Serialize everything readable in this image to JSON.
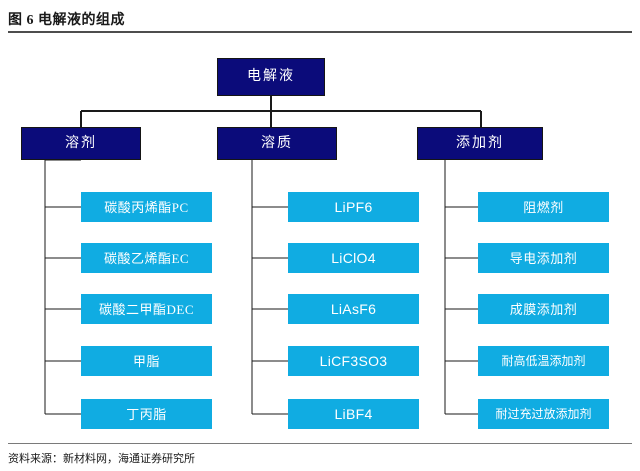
{
  "figure": {
    "title": "图 6  电解液的组成",
    "source": "资料来源：新材料网，海通证券研究所"
  },
  "palette": {
    "navy": "#0b0b7a",
    "cyan": "#10ace2",
    "line": "#1a1a1a",
    "text_light": "#ffffff",
    "page_background": "#ffffff"
  },
  "chart_data": {
    "type": "diagram",
    "diagram_kind": "tree-hierarchy",
    "title": "图 6  电解液的组成",
    "root": {
      "label": "电解液",
      "style": "navy"
    },
    "branches": [
      {
        "label": "溶剂",
        "style": "navy",
        "children": [
          {
            "label": "碳酸丙烯酯PC",
            "style": "cyan"
          },
          {
            "label": "碳酸乙烯酯EC",
            "style": "cyan"
          },
          {
            "label": "碳酸二甲酯DEC",
            "style": "cyan"
          },
          {
            "label": "甲脂",
            "style": "cyan"
          },
          {
            "label": "丁丙脂",
            "style": "cyan"
          }
        ]
      },
      {
        "label": "溶质",
        "style": "navy",
        "children": [
          {
            "label": "LiPF6",
            "style": "cyan"
          },
          {
            "label": "LiClO4",
            "style": "cyan"
          },
          {
            "label": "LiAsF6",
            "style": "cyan"
          },
          {
            "label": "LiCF3SO3",
            "style": "cyan"
          },
          {
            "label": "LiBF4",
            "style": "cyan"
          }
        ]
      },
      {
        "label": "添加剂",
        "style": "navy",
        "children": [
          {
            "label": "阻燃剂",
            "style": "cyan"
          },
          {
            "label": "导电添加剂",
            "style": "cyan"
          },
          {
            "label": "成膜添加剂",
            "style": "cyan"
          },
          {
            "label": "耐高低温添加剂",
            "style": "cyan"
          },
          {
            "label": "耐过充过放添加剂",
            "style": "cyan"
          }
        ]
      }
    ]
  }
}
